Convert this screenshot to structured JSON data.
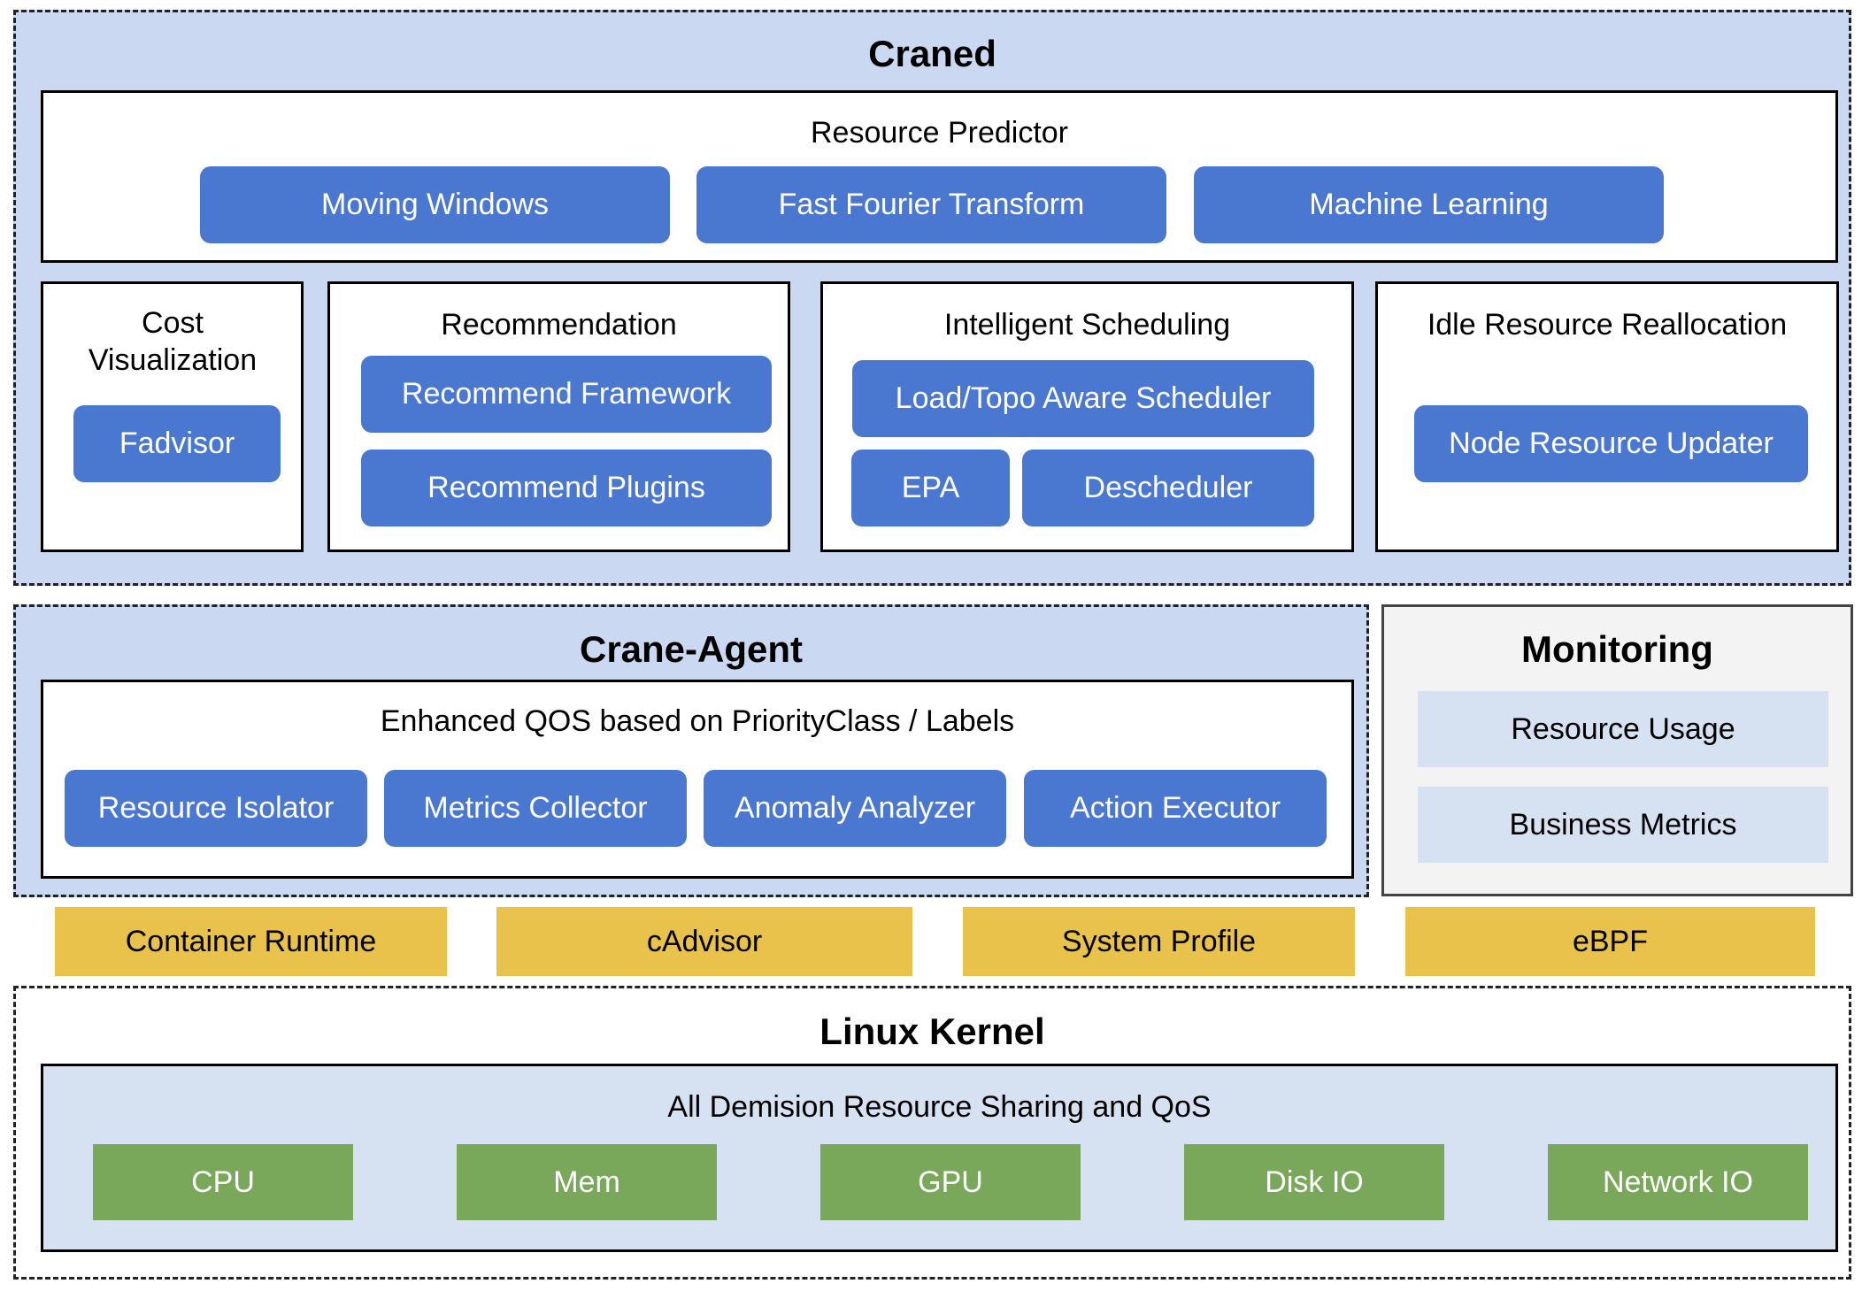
{
  "craned": {
    "title": "Craned",
    "resource_predictor": {
      "title": "Resource Predictor",
      "items": [
        "Moving Windows",
        "Fast Fourier Transform",
        "Machine Learning"
      ]
    },
    "cost_visualization": {
      "title": "Cost Visualization",
      "items": [
        "Fadvisor"
      ]
    },
    "recommendation": {
      "title": "Recommendation",
      "items": [
        "Recommend Framework",
        "Recommend Plugins"
      ]
    },
    "intelligent_scheduling": {
      "title": "Intelligent Scheduling",
      "items": [
        "Load/Topo Aware Scheduler",
        "EPA",
        "Descheduler"
      ]
    },
    "idle_resource_reallocation": {
      "title": "Idle Resource Reallocation",
      "items": [
        "Node Resource Updater"
      ]
    }
  },
  "crane_agent": {
    "title": "Crane-Agent",
    "enhanced_qos": {
      "title": "Enhanced QOS based on PriorityClass / Labels",
      "items": [
        "Resource Isolator",
        "Metrics Collector",
        "Anomaly Analyzer",
        "Action Executor"
      ]
    }
  },
  "monitoring": {
    "title": "Monitoring",
    "items": [
      "Resource Usage",
      "Business Metrics"
    ]
  },
  "data_sources": {
    "items": [
      "Container Runtime",
      "cAdvisor",
      "System Profile",
      "eBPF"
    ]
  },
  "linux_kernel": {
    "title": "Linux Kernel",
    "sharing": {
      "title": "All Demision Resource Sharing and QoS",
      "items": [
        "CPU",
        "Mem",
        "GPU",
        "Disk IO",
        "Network IO"
      ]
    }
  },
  "colors": {
    "layer_blue": "#cbd8f2",
    "pill_blue": "#4a78d1",
    "soft_blue": "#d6e1f1",
    "yellow": "#e8c24a",
    "green": "#79a85b",
    "monitoring_gray": "#f3f3f3"
  }
}
